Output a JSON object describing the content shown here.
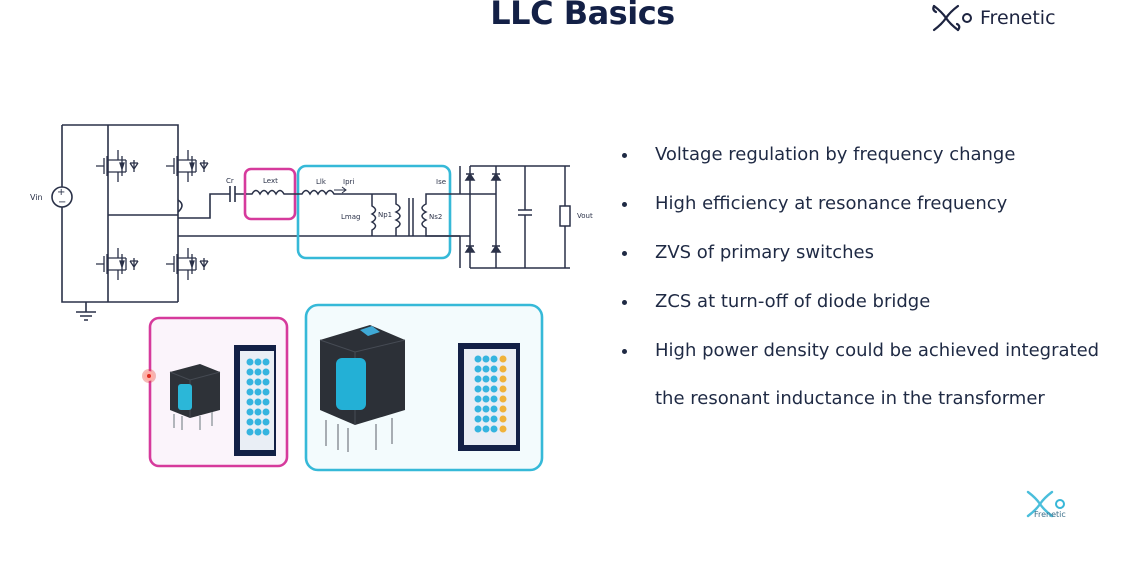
{
  "slide": {
    "title": "LLC Basics",
    "brand": "Frenetic",
    "watermark_text": "Frenetic"
  },
  "circuit_labels": {
    "vin": "Vin",
    "cr": "Cr",
    "lext": "Lext",
    "llk": "Llk",
    "ipri": "Ipri",
    "lmag": "Lmag",
    "np1": "Np1",
    "ns2": "Ns2",
    "isec": "Ise",
    "vout": "Vout"
  },
  "bullets": [
    "Voltage regulation by frequency change",
    "High efficiency at resonance frequency",
    "ZVS of primary switches",
    "ZCS at turn-off of diode bridge",
    "High power density could be achieved integrated"
  ],
  "bullet_continuation": "the resonant inductance in the transformer",
  "colors": {
    "magenta": "#d63a9c",
    "cyan": "#36b9d8",
    "navy": "#132046",
    "line": "#2a3148"
  }
}
